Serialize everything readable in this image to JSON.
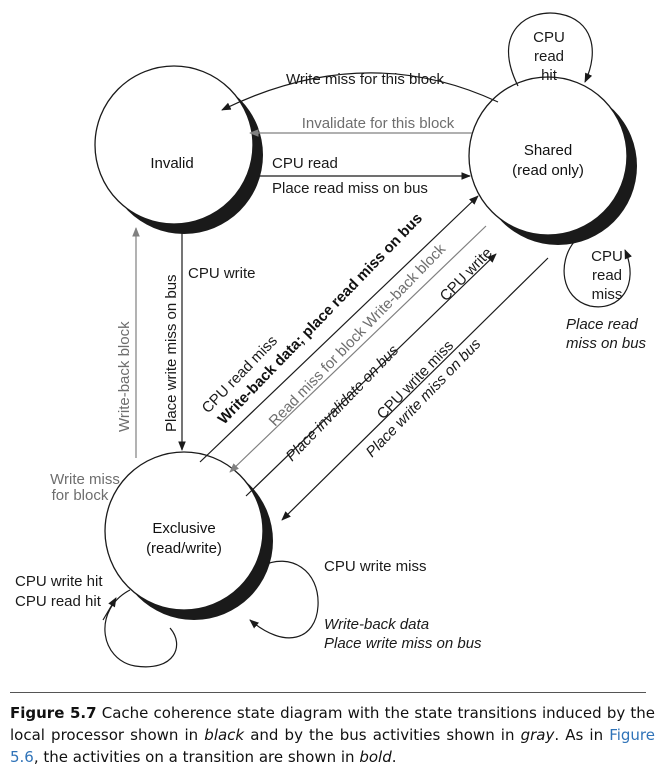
{
  "states": {
    "invalid": {
      "label": "Invalid"
    },
    "shared": {
      "label_lines": [
        "Shared",
        "(read only)"
      ]
    },
    "exclusive": {
      "label_lines": [
        "Exclusive",
        "(read/write)"
      ]
    }
  },
  "transitions": {
    "shared_to_invalid_write_miss": "Write miss for this block",
    "shared_to_invalid_invalidate": "Invalidate for this block",
    "invalid_to_shared": [
      "CPU read",
      "Place read miss on bus"
    ],
    "shared_self_cpu_read_hit": [
      "CPU",
      "read",
      "hit"
    ],
    "shared_self_cpu_read_miss": [
      "CPU",
      "read",
      "miss"
    ],
    "shared_self_bus": [
      "Place read",
      "miss on bus"
    ],
    "invalid_to_exclusive": [
      "CPU write",
      "Place write miss on bus"
    ],
    "exclusive_to_invalid": "Write-back block",
    "exclusive_to_invalid_bus": [
      "Write miss",
      "for block"
    ],
    "exclusive_to_shared_cpu": [
      "CPU read miss",
      "Write-back data; place read miss on bus"
    ],
    "exclusive_to_shared_bus": "Read miss for block  Write-back block",
    "shared_to_exclusive_cpu_write": [
      "CPU write",
      "Place invalidate on bus"
    ],
    "shared_to_exclusive_write_miss": [
      "CPU write miss",
      "Place write miss on bus"
    ],
    "exclusive_self_hit": [
      "CPU write hit",
      "CPU read hit"
    ],
    "exclusive_self_miss": [
      "CPU write miss",
      "Write-back data",
      "Place write miss on bus"
    ]
  },
  "caption": {
    "figure_label": "Figure 5.7",
    "text_1": " Cache coherence state diagram with the state transitions induced by the local processor shown in ",
    "black_word": "black",
    "text_2": " and by the bus activities shown in ",
    "gray_word": "gray",
    "text_3": ". As in ",
    "ref": "Figure 5.6",
    "text_4": ", the activities on a transition are shown in ",
    "bold_word": "bold",
    "text_5": "."
  }
}
